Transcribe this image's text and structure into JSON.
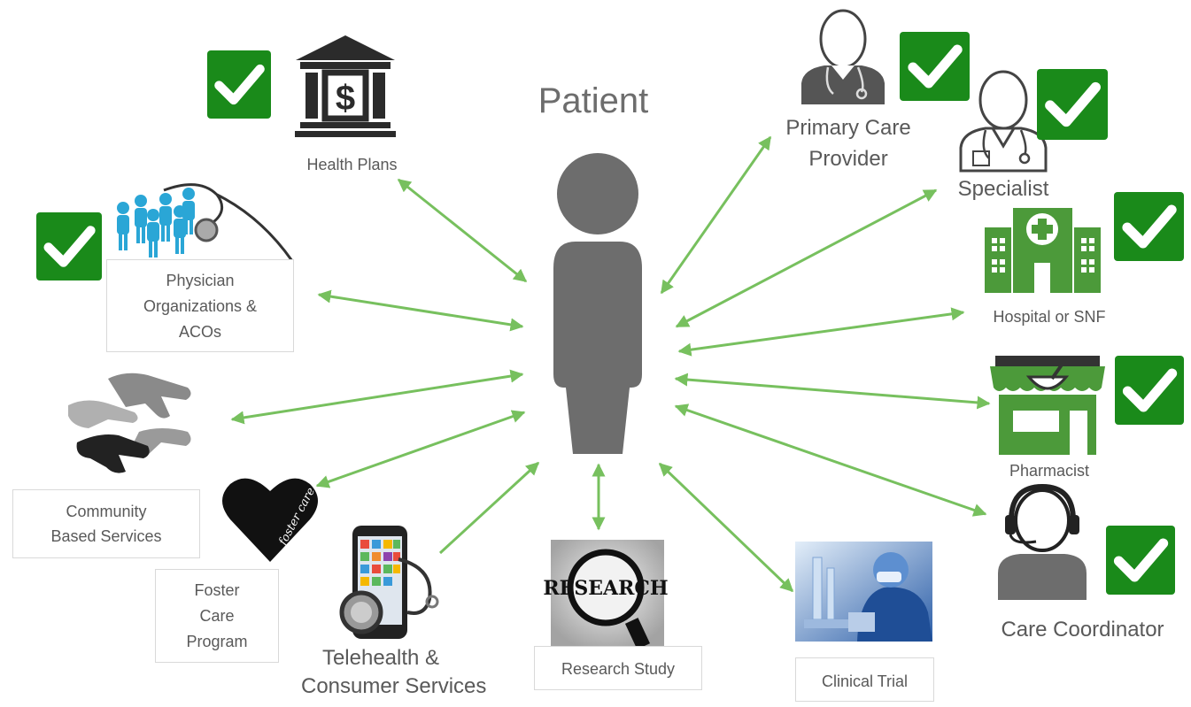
{
  "center": {
    "label": "Patient"
  },
  "nodes": {
    "health_plans": "Health Plans",
    "physician_orgs": [
      "Physician",
      "Organizations &",
      "ACOs"
    ],
    "community": [
      "Community",
      "Based Services"
    ],
    "foster": [
      "Foster",
      "Care",
      "Program"
    ],
    "foster_heart_text": "foster care",
    "telehealth": [
      "Telehealth &",
      "Consumer Services"
    ],
    "research": "Research Study",
    "research_lens_text": "RESEARCH",
    "clinical": "Clinical Trial",
    "care_coordinator": "Care Coordinator",
    "pharmacist": "Pharmacist",
    "hospital": "Hospital or SNF",
    "specialist": "Specialist",
    "primary_care": [
      "Primary Care",
      "Provider"
    ]
  },
  "colors": {
    "arrow": "#77c05e",
    "check_bg": "#1a8a1a",
    "icon_gray": "#6d6d6d",
    "icon_dark": "#2b2b2b",
    "hospital_green": "#4c9a3a"
  }
}
